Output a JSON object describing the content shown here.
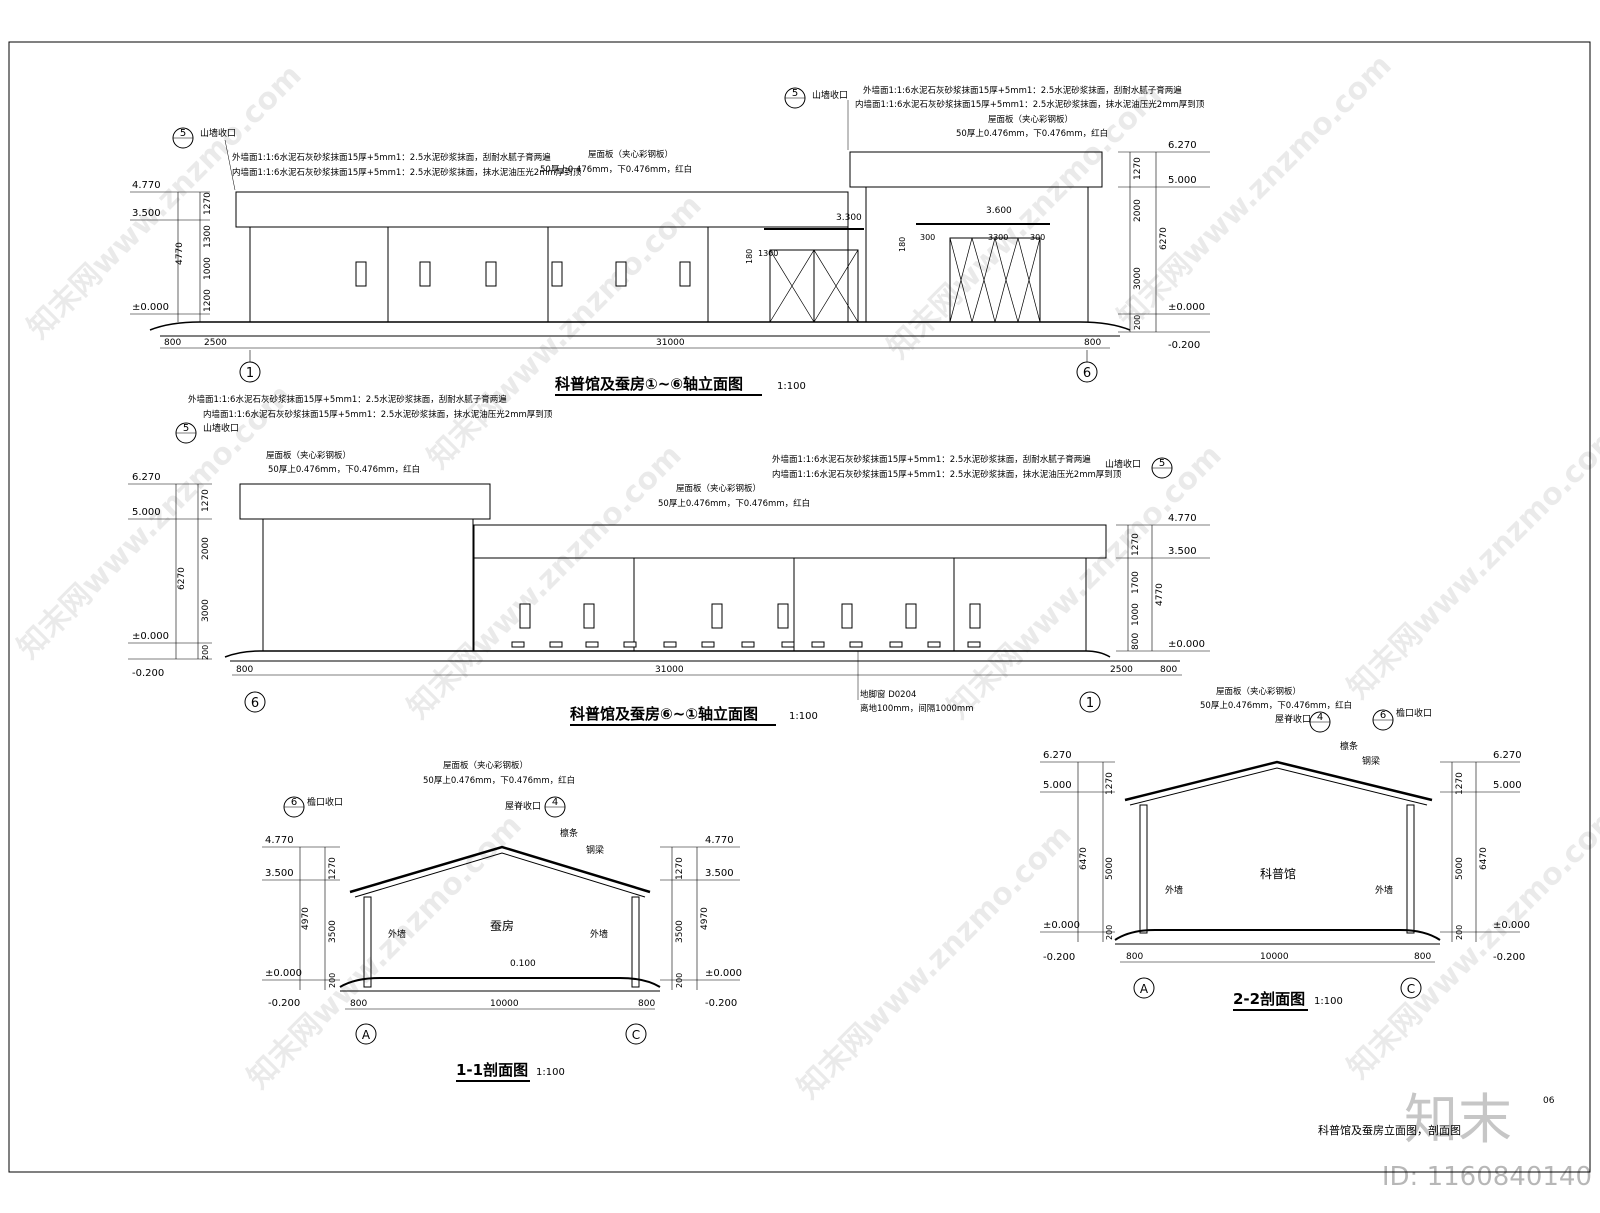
{
  "elevation_1": {
    "title": "科普馆及蚕房①~⑥轴立面图",
    "scale": "1:100",
    "notes": {
      "shanqiang": "山墙收口",
      "wall_out": "外墙面1:1:6水泥石灰砂浆抹面15厚+5mm1：2.5水泥砂浆抹面，刮耐水腻子膏两遍",
      "wall_in": "内墙面1:1:6水泥石灰砂浆抹面15厚+5mm1：2.5水泥砂浆抹面，抹水泥油压光2mm厚到顶",
      "roof_title": "屋面板（夹心彩钢板）",
      "roof_spec": "50厚上0.476mm，下0.476mm，红白"
    },
    "levels_left": [
      "4.770",
      "3.500",
      "±0.000"
    ],
    "dims_left": [
      "1270",
      "1300",
      "1000",
      "1200",
      "4770"
    ],
    "levels_right": [
      "6.270",
      "5.000",
      "±0.000",
      "-0.200"
    ],
    "dims_right": [
      "1270",
      "2000",
      "3000",
      "200",
      "6270"
    ],
    "dims_bottom": [
      "800",
      "2500",
      "31000",
      "800"
    ],
    "door_dims": [
      "3.300",
      "3.600",
      "300",
      "3300",
      "300",
      "1300",
      "180",
      "180"
    ],
    "axes": [
      "1",
      "6"
    ],
    "symbol": [
      "5",
      "5"
    ]
  },
  "elevation_2": {
    "title": "科普馆及蚕房⑥~①轴立面图",
    "scale": "1:100",
    "notes": {
      "shanqiang": "山墙收口",
      "wall_out": "外墙面1:1:6水泥石灰砂浆抹面15厚+5mm1：2.5水泥砂浆抹面，刮耐水腻子膏两遍",
      "wall_in": "内墙面1:1:6水泥石灰砂浆抹面15厚+5mm1：2.5水泥砂浆抹面，抹水泥油压光2mm厚到顶",
      "roof_title": "屋面板（夹心彩钢板）",
      "roof_spec": "50厚上0.476mm，下0.476mm，红白",
      "vent_title": "地脚窗 D0204",
      "vent_spec": "离地100mm，间隔1000mm"
    },
    "levels_left": [
      "6.270",
      "5.000",
      "±0.000",
      "-0.200"
    ],
    "dims_left": [
      "1270",
      "2000",
      "3000",
      "200",
      "6270"
    ],
    "levels_right": [
      "4.770",
      "3.500",
      "±0.000"
    ],
    "dims_right": [
      "1270",
      "1700",
      "1000",
      "800",
      "4770"
    ],
    "dims_bottom": [
      "800",
      "31000",
      "2500",
      "800"
    ],
    "axes": [
      "6",
      "1"
    ],
    "symbol": [
      "5",
      "5"
    ]
  },
  "section_1": {
    "title": "1-1剖面图",
    "scale": "1:100",
    "room": "蚕房",
    "wall": "外墙",
    "floor": "0.100",
    "notes": {
      "roof_title": "屋面板（夹心彩钢板）",
      "roof_spec": "50厚上0.476mm，下0.476mm，红白",
      "eave": "檐口收口",
      "ridge": "屋脊收口",
      "purlin": "檩条",
      "beam": "钢梁"
    },
    "levels": [
      "4.770",
      "3.500",
      "±0.000",
      "-0.200"
    ],
    "dims_v": [
      "1270",
      "3500",
      "200",
      "4970"
    ],
    "dims_bottom": [
      "800",
      "10000",
      "800"
    ],
    "axes": [
      "A",
      "C"
    ],
    "symbols": [
      "6",
      "4"
    ]
  },
  "section_2": {
    "title": "2-2剖面图",
    "scale": "1:100",
    "room": "科普馆",
    "wall": "外墙",
    "notes": {
      "roof_title": "屋面板（夹心彩钢板）",
      "roof_spec": "50厚上0.476mm，下0.476mm，红白",
      "eave": "檐口收口",
      "ridge": "屋脊收口",
      "purlin": "檩条",
      "beam": "钢梁"
    },
    "levels": [
      "6.270",
      "5.000",
      "±0.000",
      "-0.200"
    ],
    "dims_v": [
      "1270",
      "5000",
      "200",
      "6470"
    ],
    "dims_bottom": [
      "800",
      "10000",
      "800"
    ],
    "axes": [
      "A",
      "C"
    ],
    "symbols": [
      "6",
      "4"
    ]
  },
  "sheet": {
    "sheet_title": "科普馆及蚕房立面图，剖面图",
    "sheet_no": "06",
    "brand": "知末",
    "id": "ID: 1160840140",
    "watermark": "知末网www.znzmo.com"
  }
}
